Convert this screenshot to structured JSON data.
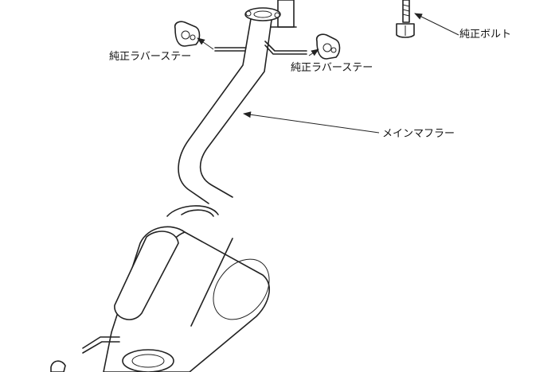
{
  "labels": {
    "rubber_stay_left": "純正ラバーステー",
    "rubber_stay_right": "純正ラバーステー",
    "stock_bolt": "純正ボルト",
    "main_muffler": "メインマフラー"
  },
  "colors": {
    "line": "#222222",
    "background": "#ffffff"
  }
}
